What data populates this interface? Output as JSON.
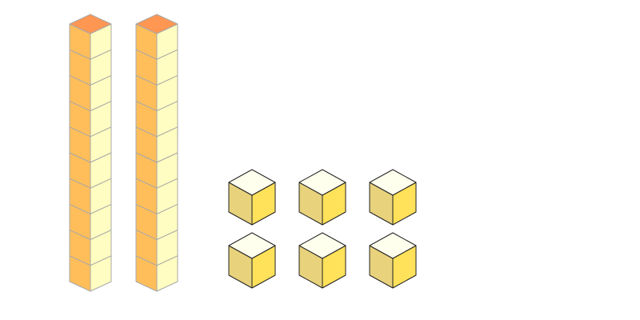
{
  "blocks": {
    "tens": 2,
    "ones": 6,
    "cubes_per_rod": 10
  },
  "colors": {
    "rod_top": "#FF9652",
    "rod_left": "#FFBE5A",
    "rod_right": "#FFFDC1",
    "rod_stroke": "#A8A8A8",
    "unit_top": "#FFFFEE",
    "unit_left": "#E8D27C",
    "unit_right": "#FFE15A",
    "unit_stroke": "#222222"
  }
}
